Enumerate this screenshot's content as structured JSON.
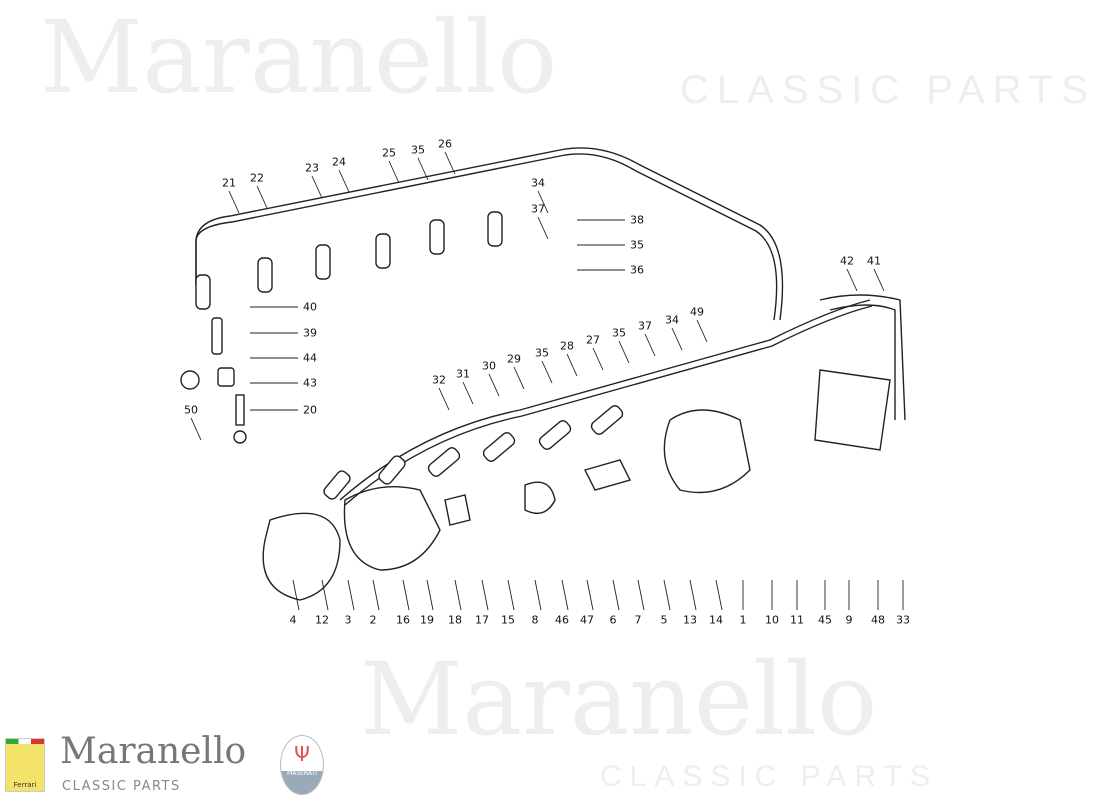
{
  "watermark": {
    "brand": "Maranello",
    "sub": "CLASSIC PARTS"
  },
  "logo": {
    "brand": "Maranello",
    "sub": "CLASSIC PARTS",
    "ferrari_text": "Ferrari",
    "maserati_text": "MASERATI"
  },
  "callouts": [
    "21",
    "22",
    "23",
    "24",
    "25",
    "35",
    "26",
    "34",
    "37",
    "38",
    "35",
    "36",
    "42",
    "41",
    "40",
    "39",
    "44",
    "43",
    "20",
    "50",
    "32",
    "31",
    "30",
    "29",
    "35",
    "28",
    "27",
    "35",
    "37",
    "34",
    "49",
    "4",
    "12",
    "3",
    "2",
    "16",
    "19",
    "18",
    "17",
    "15",
    "8",
    "46",
    "47",
    "6",
    "7",
    "5",
    "13",
    "14",
    "1",
    "10",
    "11",
    "45",
    "9",
    "48",
    "33"
  ]
}
